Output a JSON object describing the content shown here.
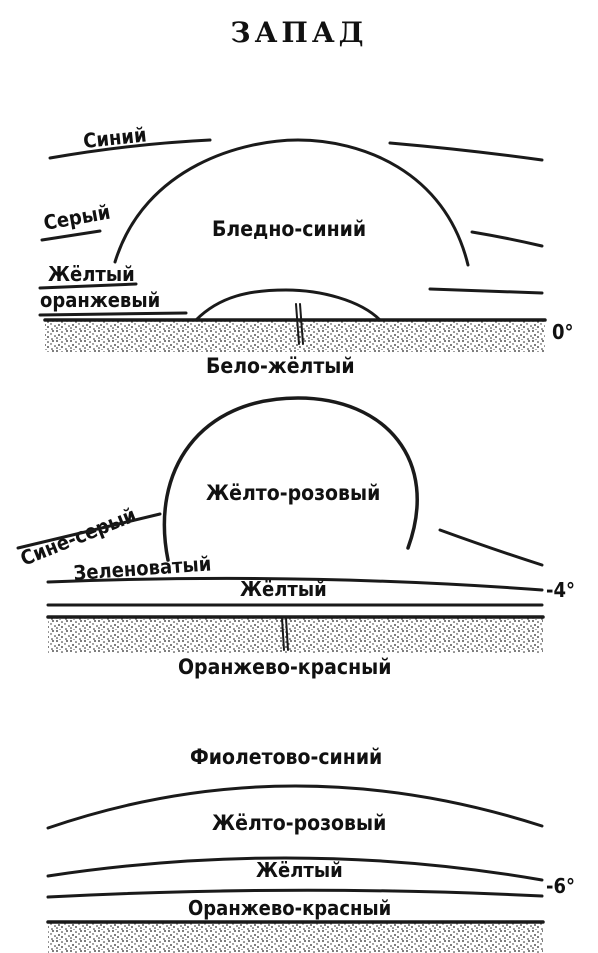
{
  "title": "ЗАПАД",
  "panels": [
    {
      "id": "0",
      "angle": "0°",
      "labels": {
        "siniy": "Синий",
        "seriy": "Серый",
        "zheltiy": "Жёлтый",
        "oranzheviy": "оранжевый",
        "bledno_siniy": "Бледно-синий",
        "belo_zheltiy": "Бело-жёлтый"
      }
    },
    {
      "id": "4",
      "angle": "-4°",
      "labels": {
        "sine_seriy": "Сине-серый",
        "zhelto_rozoviy": "Жёлто-розовый",
        "zelenovatiy": "Зеленоватый",
        "zheltiy": "Жёлтый",
        "oranzhevo_krasniy": "Оранжево-красный"
      }
    },
    {
      "id": "6",
      "angle": "-6°",
      "labels": {
        "fioletovo_siniy": "Фиолетово-синий",
        "zhelto_rozoviy": "Жёлто-розовый",
        "zheltiy": "Жёлтый",
        "oranzhevo_krasniy": "Оранжево-красный"
      }
    }
  ]
}
